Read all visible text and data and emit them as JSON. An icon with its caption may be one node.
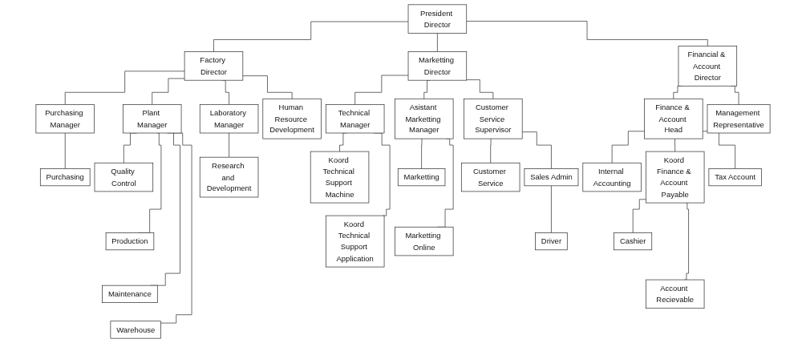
{
  "diagram": {
    "nodes": [
      {
        "text": [
          "President Director"
        ]
      },
      {
        "text": [
          "Factory Director"
        ]
      },
      {
        "text": [
          "Marketting Director"
        ]
      },
      {
        "text": [
          "Purchasing Manager"
        ]
      },
      {
        "text": [
          "Plant Manager"
        ]
      },
      {
        "text": [
          "Laboratory Manager"
        ]
      },
      {
        "text": [
          "Human Resource Development"
        ]
      },
      {
        "text": [
          "Financial & Account Director"
        ]
      },
      {
        "text": [
          "Technical Manager"
        ]
      },
      {
        "text": [
          "Asistant Marketting Manager"
        ]
      },
      {
        "text": [
          "Customer Service Supervisor"
        ]
      },
      {
        "text": [
          "Purchasing"
        ]
      },
      {
        "text": [
          "Quality Control"
        ]
      },
      {
        "text": [
          "Research and Development"
        ]
      },
      {
        "text": [
          "Finance & Account Head"
        ]
      },
      {
        "text": [
          "Management Representative"
        ]
      },
      {
        "text": [
          "Koord Technical Support Machine"
        ]
      },
      {
        "text": [
          "Marketting"
        ]
      },
      {
        "text": [
          "Customer Service"
        ]
      },
      {
        "text": [
          "Sales Admin"
        ]
      },
      {
        "text": [
          "Production"
        ]
      },
      {
        "text": [
          "Internal Accounting"
        ]
      },
      {
        "text": [
          "Koord Finance & Account Payable"
        ]
      },
      {
        "text": [
          "Tax Account"
        ]
      },
      {
        "text": [
          "Koord Technical Support Application"
        ]
      },
      {
        "text": [
          "Marketting Online"
        ]
      },
      {
        "text": [
          "Driver"
        ]
      },
      {
        "text": [
          "Maintenance"
        ]
      },
      {
        "text": [
          "Cashier"
        ]
      },
      {
        "text": [
          "Warehouse"
        ]
      },
      {
        "text": [
          "Account Recievable"
        ]
      }
    ],
    "edges": [
      {
        "from": 0,
        "to": 1,
        "arrow": "none"
      },
      {
        "from": 0,
        "to": 2,
        "arrow": "none"
      },
      {
        "from": 0,
        "to": 7,
        "arrow": "none"
      },
      {
        "from": 1,
        "to": 3,
        "arrow": "none"
      },
      {
        "from": 1,
        "to": 4,
        "arrow": "none"
      },
      {
        "from": 1,
        "to": 5,
        "arrow": "none"
      },
      {
        "from": 1,
        "to": 6,
        "arrow": "none"
      },
      {
        "from": 3,
        "to": 11,
        "arrow": "none"
      },
      {
        "from": 4,
        "to": 12,
        "arrow": "none"
      },
      {
        "from": 4,
        "to": 20,
        "arrow": "none"
      },
      {
        "from": 4,
        "to": 27,
        "arrow": "none"
      },
      {
        "from": 4,
        "to": 29,
        "arrow": "none"
      },
      {
        "from": 5,
        "to": 13,
        "arrow": "none"
      },
      {
        "from": 7,
        "to": 14,
        "arrow": "none"
      },
      {
        "from": 7,
        "to": 15,
        "arrow": "none"
      },
      {
        "from": 14,
        "to": 21,
        "arrow": "none"
      },
      {
        "from": 14,
        "to": 22,
        "arrow": "none"
      },
      {
        "from": 14,
        "to": 23,
        "arrow": "none"
      },
      {
        "from": 22,
        "to": 28,
        "arrow": "none"
      },
      {
        "from": 22,
        "to": 30,
        "arrow": "none"
      },
      {
        "from": 2,
        "to": 8,
        "arrow": "none"
      },
      {
        "from": 2,
        "to": 9,
        "arrow": "none"
      },
      {
        "from": 2,
        "to": 10,
        "arrow": "none"
      },
      {
        "from": 8,
        "to": 16,
        "arrow": "none"
      },
      {
        "from": 8,
        "to": 24,
        "arrow": "none"
      },
      {
        "from": 9,
        "to": 17,
        "arrow": "none"
      },
      {
        "from": 9,
        "to": 25,
        "arrow": "none"
      },
      {
        "from": 10,
        "to": 18,
        "arrow": "none"
      },
      {
        "from": 10,
        "to": 19,
        "arrow": "none"
      },
      {
        "from": 19,
        "to": 26,
        "arrow": "none"
      }
    ]
  }
}
